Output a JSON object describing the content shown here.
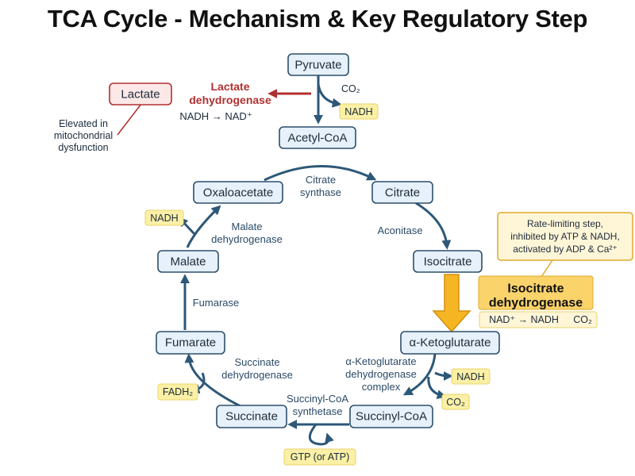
{
  "title": "TCA Cycle - Mechanism & Key Regulatory Step",
  "colors": {
    "node_fill": "#e7f1fb",
    "node_stroke": "#2d4f6c",
    "arrow": "#2d5878",
    "chip": "#fbf0a6",
    "lactate": "#b03030",
    "highlight": "#f0a81e"
  },
  "nodes": {
    "pyruvate": "Pyruvate",
    "acetyl_coa": "Acetyl-CoA",
    "citrate": "Citrate",
    "isocitrate": "Isocitrate",
    "akg": "α-Ketoglutarate",
    "succinyl_coa": "Succinyl-CoA",
    "succinate": "Succinate",
    "fumarate": "Fumarate",
    "malate": "Malate",
    "oxaloacetate": "Oxaloacetate",
    "lactate": "Lactate"
  },
  "enzymes": {
    "ldh": [
      "Lactate",
      "dehydrogenase"
    ],
    "citrate_synthase": [
      "Citrate",
      "synthase"
    ],
    "aconitase": "Aconitase",
    "idh": [
      "Isocitrate",
      "dehydrogenase"
    ],
    "akgdh": [
      "α-Ketoglutarate",
      "dehydrogenase",
      "complex"
    ],
    "scs": [
      "Succinyl-CoA",
      "synthetase"
    ],
    "sdh": [
      "Succinate",
      "dehydrogenase"
    ],
    "fumarase": "Fumarase",
    "mdh": [
      "Malate",
      "dehydrogenase"
    ]
  },
  "chips": {
    "pdh_nadh": "NADH",
    "akg_nadh": "NADH",
    "akg_co2": "CO₂",
    "gtp": "GTP (or ATP)",
    "fadh2": "FADH₂",
    "mdh_nadh": "NADH"
  },
  "labels": {
    "pdh_co2": "CO₂",
    "ldh_reaction": "NADH → NAD⁺",
    "lactate_note": [
      "Elevated in",
      "mitochondrial",
      "dysfunction"
    ],
    "idh_reaction": "NAD⁺ → NADH",
    "idh_co2": "CO₂",
    "regulation": [
      "Rate-limiting step,",
      "inhibited by ATP & NADH,",
      "activated by ADP & Ca²⁺"
    ]
  }
}
